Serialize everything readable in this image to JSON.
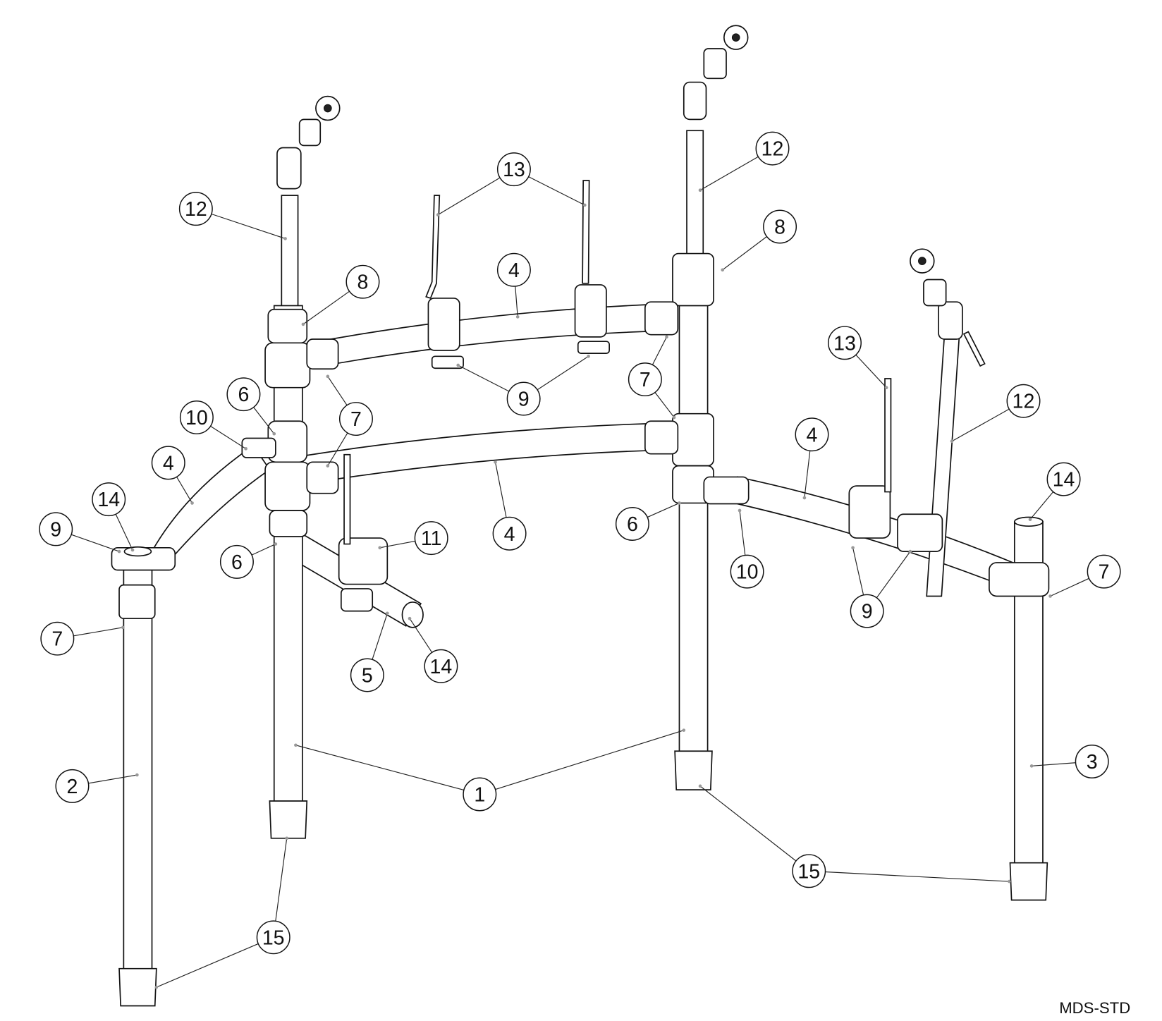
{
  "diagram": {
    "model_label": "MDS-STD",
    "callouts": [
      {
        "label": "12"
      },
      {
        "label": "8"
      },
      {
        "label": "13"
      },
      {
        "label": "4"
      },
      {
        "label": "12"
      },
      {
        "label": "8"
      },
      {
        "label": "9"
      },
      {
        "label": "7"
      },
      {
        "label": "6"
      },
      {
        "label": "7"
      },
      {
        "label": "10"
      },
      {
        "label": "4"
      },
      {
        "label": "13"
      },
      {
        "label": "12"
      },
      {
        "label": "4"
      },
      {
        "label": "14"
      },
      {
        "label": "14"
      },
      {
        "label": "9"
      },
      {
        "label": "11"
      },
      {
        "label": "4"
      },
      {
        "label": "6"
      },
      {
        "label": "10"
      },
      {
        "label": "6"
      },
      {
        "label": "7"
      },
      {
        "label": "9"
      },
      {
        "label": "7"
      },
      {
        "label": "5"
      },
      {
        "label": "14"
      },
      {
        "label": "2"
      },
      {
        "label": "1"
      },
      {
        "label": "3"
      },
      {
        "label": "15"
      },
      {
        "label": "15"
      }
    ]
  }
}
